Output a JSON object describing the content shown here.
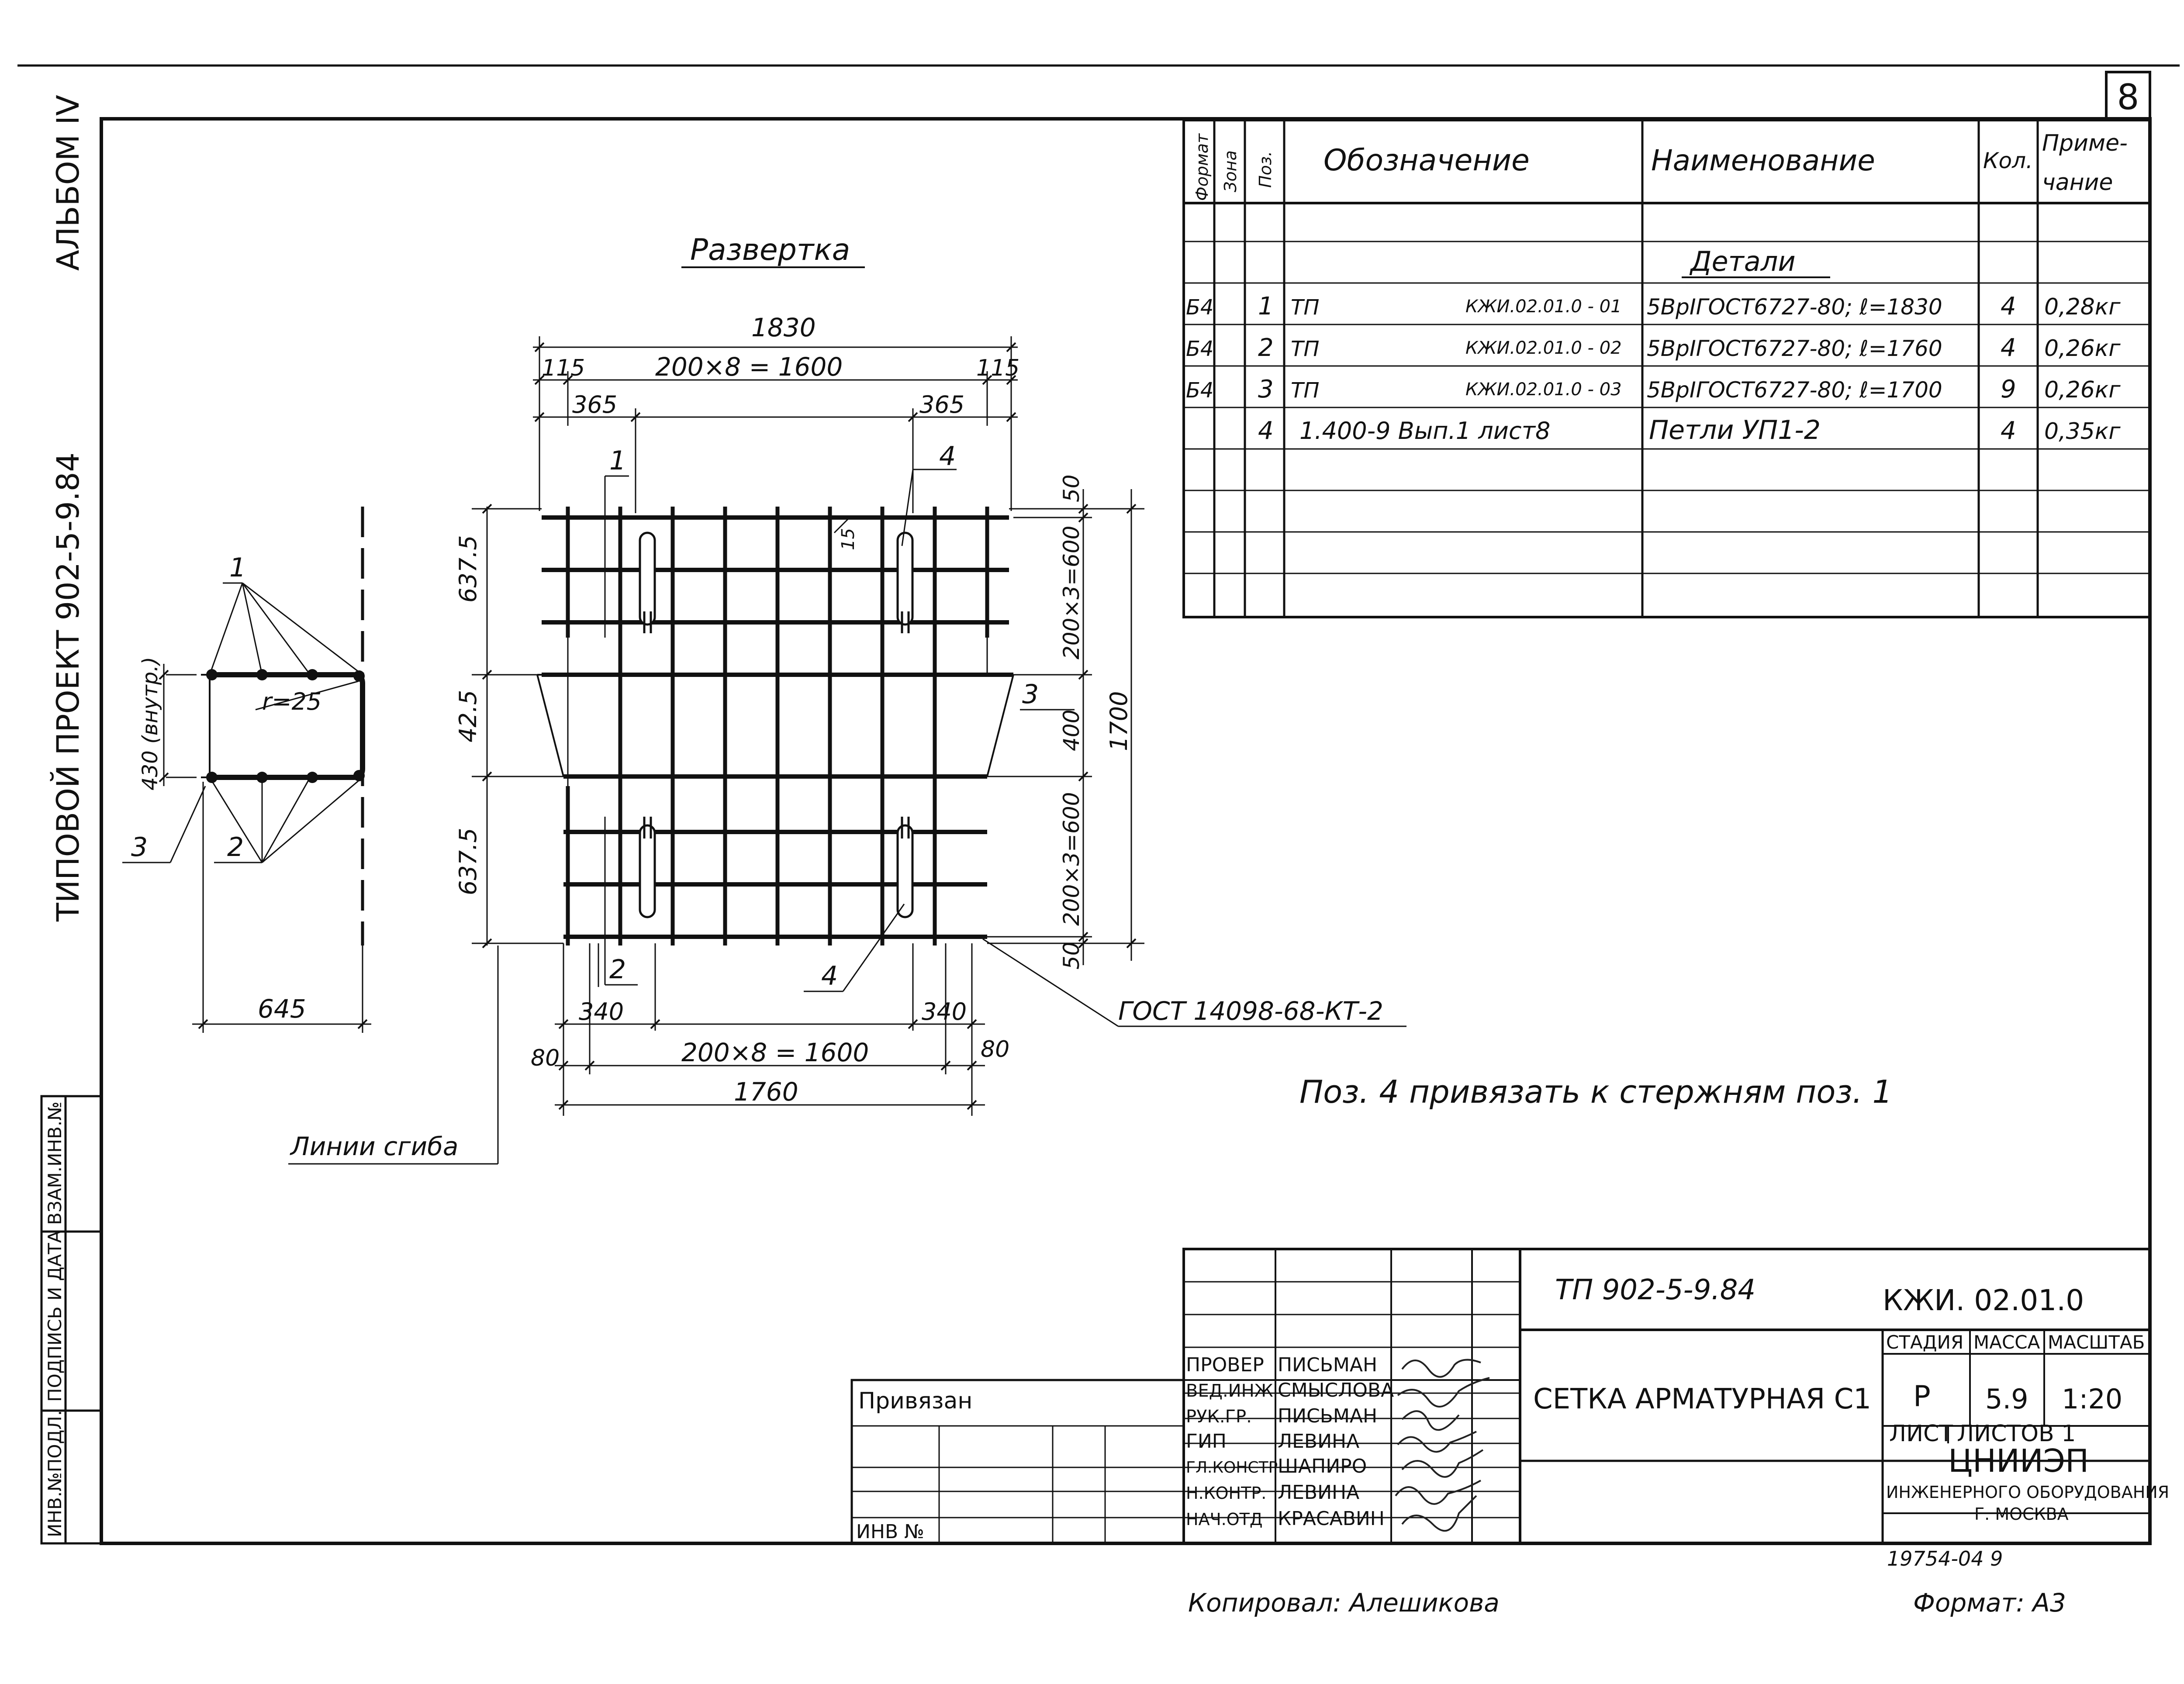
{
  "sheet_number": "8",
  "left_margin": {
    "album": "АЛЬБОМ IV",
    "project": "ТИПОВОЙ   ПРОЕКТ  902-5-9.84",
    "stamp_cells": [
      "ИНВ.№ПОДЛ.",
      "ПОДПИСЬ И ДАТА",
      "ВЗАМ.ИНВ.№"
    ]
  },
  "drawing": {
    "title": "Развертка",
    "dims_top": {
      "total": "1830",
      "middle": "200×8 = 1600",
      "left_end": "115",
      "right_end": "115",
      "left_inner": "365",
      "right_inner": "365"
    },
    "dims_bottom": {
      "total": "1760",
      "middle": "200×8 = 1600",
      "left_end": "80",
      "right_end": "80",
      "left_inner": "340",
      "right_inner": "340"
    },
    "dims_left": {
      "top": "637.5",
      "middle": "42.5",
      "bottom": "637.5"
    },
    "dims_right": {
      "top_gap": "50",
      "top_pitch": "200×3=600",
      "middle": "400",
      "bottom_pitch": "200×3=600",
      "bottom_gap": "50",
      "total": "1700",
      "small": "15"
    },
    "positions": {
      "p1": "1",
      "p2": "2",
      "p3": "3",
      "p4": "4"
    },
    "section": {
      "radius": "r=25",
      "height": "430 (внутр.)",
      "width": "645",
      "pos1": "1",
      "pos2": "2",
      "pos3": "3"
    },
    "fold_lines_label": "Линии сгиба",
    "weld_gost": "ГОСТ 14098-68-КТ-2",
    "note": "Поз. 4  привязать  к  стержням  поз. 1"
  },
  "spec_table": {
    "headers": {
      "format": "Формат",
      "zone": "Зона",
      "pos": "Поз.",
      "designation": "Обозначение",
      "name": "Наименование",
      "qty": "Кол.",
      "note": "Приме-чание"
    },
    "section_title": "Детали",
    "rows": [
      {
        "format": "Б4",
        "pos": "1",
        "designation_a": "ТП",
        "designation_b": "КЖИ.02.01.0 - 01",
        "name": "5ВрIГОСТ6727-80; ℓ=1830",
        "qty": "4",
        "note": "0,28кг"
      },
      {
        "format": "Б4",
        "pos": "2",
        "designation_a": "ТП",
        "designation_b": "КЖИ.02.01.0 - 02",
        "name": "5ВрIГОСТ6727-80; ℓ=1760",
        "qty": "4",
        "note": "0,26кг"
      },
      {
        "format": "Б4",
        "pos": "3",
        "designation_a": "ТП",
        "designation_b": "КЖИ.02.01.0 - 03",
        "name": "5ВрIГОСТ6727-80; ℓ=1700",
        "qty": "9",
        "note": "0,26кг"
      },
      {
        "format": "",
        "pos": "4",
        "designation_a": "1.400-9 Вып.1 лист8",
        "designation_b": "",
        "name": "Петли УП1-2",
        "qty": "4",
        "note": "0,35кг"
      }
    ]
  },
  "title_block": {
    "project": "ТП 902-5-9.84",
    "code": "КЖИ. 02.01.0",
    "title": "СЕТКА АРМАТУРНАЯ С1",
    "headers": {
      "stage": "СТАДИЯ",
      "mass": "МАССА",
      "scale": "МАСШТАБ"
    },
    "stage": "Р",
    "mass": "5.9",
    "scale": "1:20",
    "sheet_label": "ЛИСТ",
    "sheets_label": "ЛИСТОВ 1",
    "org": [
      "ЦНИИЭП",
      "ИНЖЕНЕРНОГО ОБОРУДОВАНИЯ",
      "Г. МОСКВА"
    ],
    "tied_label": "Привязан",
    "inv_label": "ИНВ №",
    "people": [
      {
        "role": "ПРОВЕР",
        "name": "ПИСЬМАН"
      },
      {
        "role": "ВЕД.ИНЖ",
        "name": "СМЫСЛОВА"
      },
      {
        "role": "РУК.ГР.",
        "name": "ПИСЬМАН"
      },
      {
        "role": "ГИП",
        "name": "ЛЕВИНА"
      },
      {
        "role": "ГЛ.КОНСТР",
        "name": "ШАПИРО"
      },
      {
        "role": "Н.КОНТР.",
        "name": "ЛЕВИНА"
      },
      {
        "role": "НАЧ.ОТД",
        "name": "КРАСАВИН"
      }
    ]
  },
  "footer": {
    "copied": "Копировал: Алешикова",
    "format": "Формат: А3",
    "archive": "19754-04  9"
  }
}
